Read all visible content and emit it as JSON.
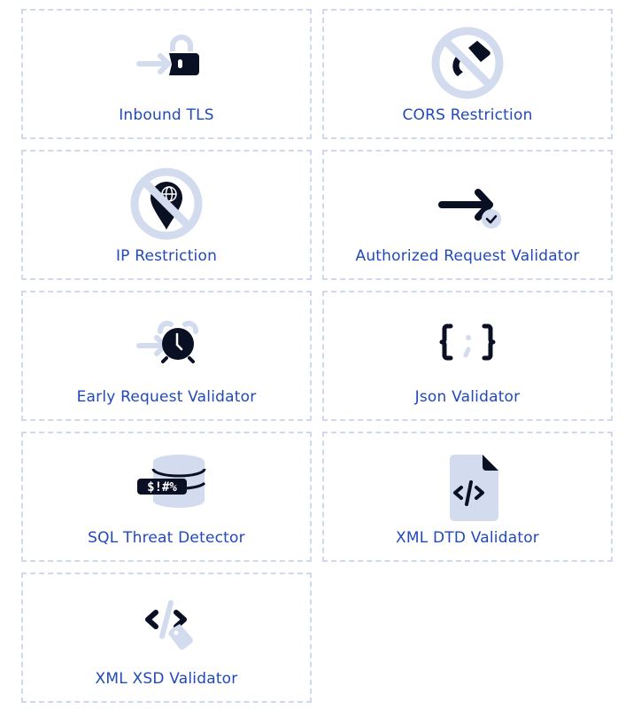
{
  "colors": {
    "label": "#2149b8",
    "border": "#d0d9ec",
    "icon_dark": "#0a1023",
    "icon_light": "#d3dbef"
  },
  "policies": [
    {
      "label": "Inbound TLS",
      "icon": "lock-arrow-icon"
    },
    {
      "label": "CORS Restriction",
      "icon": "cors-blocked-icon"
    },
    {
      "label": "IP Restriction",
      "icon": "location-blocked-icon"
    },
    {
      "label": "Authorized Request Validator",
      "icon": "arrow-check-icon"
    },
    {
      "label": "Early Request Validator",
      "icon": "alarm-clock-arrow-icon"
    },
    {
      "label": "Json Validator",
      "icon": "json-braces-icon"
    },
    {
      "label": "SQL Threat Detector",
      "icon": "database-symbols-icon"
    },
    {
      "label": "XML DTD Validator",
      "icon": "code-file-icon"
    },
    {
      "label": "XML XSD Validator",
      "icon": "code-tag-icon"
    }
  ]
}
